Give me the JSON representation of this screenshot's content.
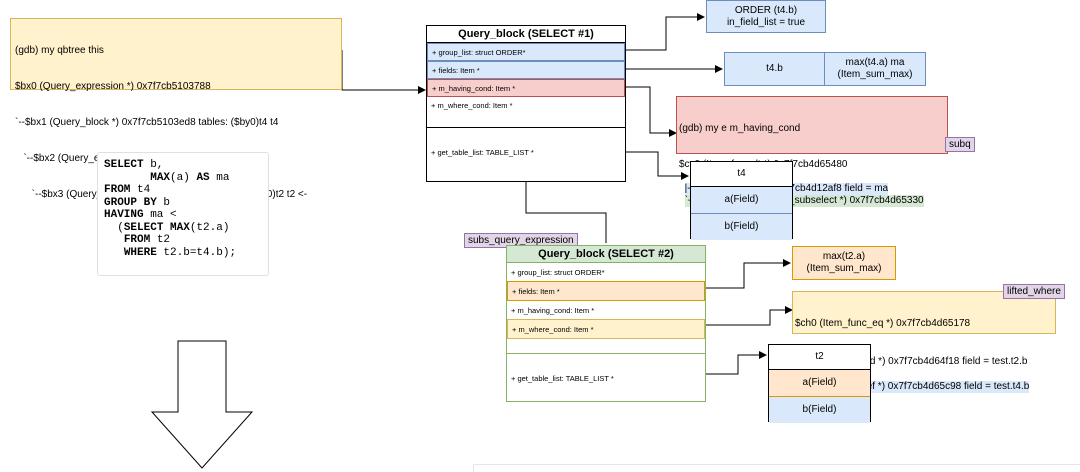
{
  "qbtree_note": {
    "lines": [
      "(gdb) my qbtree this",
      "$bx0 (Query_expression *) 0x7f7cb5103788",
      "`--$bx1 (Query_block *) 0x7f7cb5103ed8 tables: ($by0)t4 t4",
      "   `--$bx2 (Query_expression *) 0x7f7cb4d12bf8",
      "      `--$bx3 (Query_block *) 0x7f7cb4d13348 tables: ($bz0)t2 t2 <-"
    ]
  },
  "sql": {
    "lines": [
      [
        {
          "t": "SELECT",
          "k": true
        },
        {
          "t": " b,"
        }
      ],
      [
        {
          "t": "       "
        },
        {
          "t": "MAX",
          "k": true
        },
        {
          "t": "(a) "
        },
        {
          "t": "AS",
          "k": true
        },
        {
          "t": " ma"
        }
      ],
      [
        {
          "t": "FROM",
          "k": true
        },
        {
          "t": " t4"
        }
      ],
      [
        {
          "t": "GROUP BY",
          "k": true
        },
        {
          "t": " b"
        }
      ],
      [
        {
          "t": "HAVING",
          "k": true
        },
        {
          "t": " ma <"
        }
      ],
      [
        {
          "t": "  ("
        },
        {
          "t": "SELECT MAX",
          "k": true
        },
        {
          "t": "(t2.a)"
        }
      ],
      [
        {
          "t": "   "
        },
        {
          "t": "FROM",
          "k": true
        },
        {
          "t": " t2"
        }
      ],
      [
        {
          "t": "   "
        },
        {
          "t": "WHERE",
          "k": true
        },
        {
          "t": " t2.b=t4.b);"
        }
      ]
    ]
  },
  "qb1": {
    "title": "Query_block (SELECT #1)",
    "group_list": "+ group_list: struct ORDER*",
    "fields": "+ fields: Item *",
    "having": "+ m_having_cond: Item *",
    "where": "+ m_where_cond: Item *",
    "tables": "+ get_table_list: TABLE_LIST *"
  },
  "qb2": {
    "title": "Query_block (SELECT #2)",
    "group_list": "+ group_list: struct ORDER*",
    "fields": "+ fields: Item *",
    "having": "+ m_having_cond: Item *",
    "where": "+ m_where_cond: Item *",
    "tables": "+ get_table_list: TABLE_LIST *"
  },
  "order_box": {
    "line1": "ORDER (t4.b)",
    "line2": "in_field_list = true"
  },
  "fields1": {
    "col1": "t4.b",
    "col2_line1": "max(t4.a) ma",
    "col2_line2": "(Item_sum_max)"
  },
  "having_note": {
    "line0": "(gdb) my e m_having_cond",
    "line1": "$cv0 (Item_func_lt *) 0x7f7cb4d65480",
    "line2": "|--$cv1 (Item_ref *) 0x7f7cb4d12af8 field = ma",
    "line3": "`--$cv2 (Item_singlerow_subselect *) 0x7f7cb4d65330"
  },
  "subq_tag": "subq",
  "t4_table": {
    "name": "t4",
    "rows": [
      "a(Field)",
      "b(Field)"
    ]
  },
  "subs_tag": "subs_query_expression",
  "fields2": {
    "line1": "max(t2.a)",
    "line2": "(Item_sum_max)"
  },
  "where_note": {
    "line1": "$ch0 (Item_func_eq *) 0x7f7cb4d65178",
    "line2": "|--$ch1 (Item_field *) 0x7f7cb4d64f18 field = test.t2.b",
    "line3": "`--$ch2 (Item_ref *) 0x7f7cb4d65c98 field = test.t4.b"
  },
  "lifted_tag": "lifted_where",
  "t2_table": {
    "name": "t2",
    "rows": [
      "a(Field)",
      "b(Field)"
    ]
  },
  "colors": {
    "blue": "#dae8fc",
    "red": "#f8cecc",
    "orange": "#ffe6cc",
    "yellow": "#fff2cc",
    "green": "#d5e8d4",
    "purple": "#e1d5e7"
  }
}
